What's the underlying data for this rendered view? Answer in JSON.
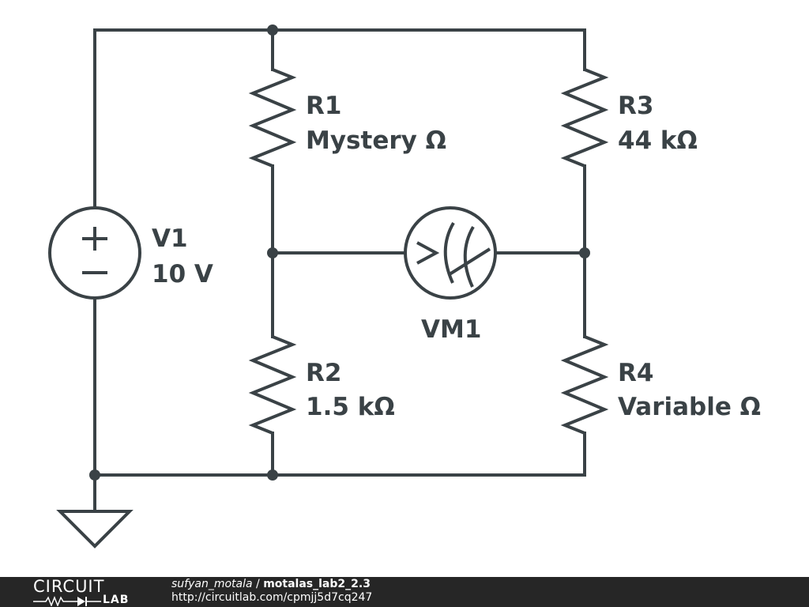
{
  "schematic": {
    "v1": {
      "name": "V1",
      "value": "10 V"
    },
    "r1": {
      "name": "R1",
      "value": "Mystery Ω"
    },
    "r2": {
      "name": "R2",
      "value": "1.5 kΩ"
    },
    "r3": {
      "name": "R3",
      "value": "44 kΩ"
    },
    "r4": {
      "name": "R4",
      "value": "Variable Ω"
    },
    "vm1": {
      "name": "VM1"
    }
  },
  "footer": {
    "brand_top": "CIRCUIT",
    "brand_bottom": "LAB",
    "user": "sufyan_motala",
    "separator": " / ",
    "project": "motalas_lab2_2.3",
    "url": "http://circuitlab.com/cpmjj5d7cq247"
  },
  "colors": {
    "ink": "#3a4246",
    "footer_bg": "#262626",
    "footer_text": "#ffffff"
  }
}
